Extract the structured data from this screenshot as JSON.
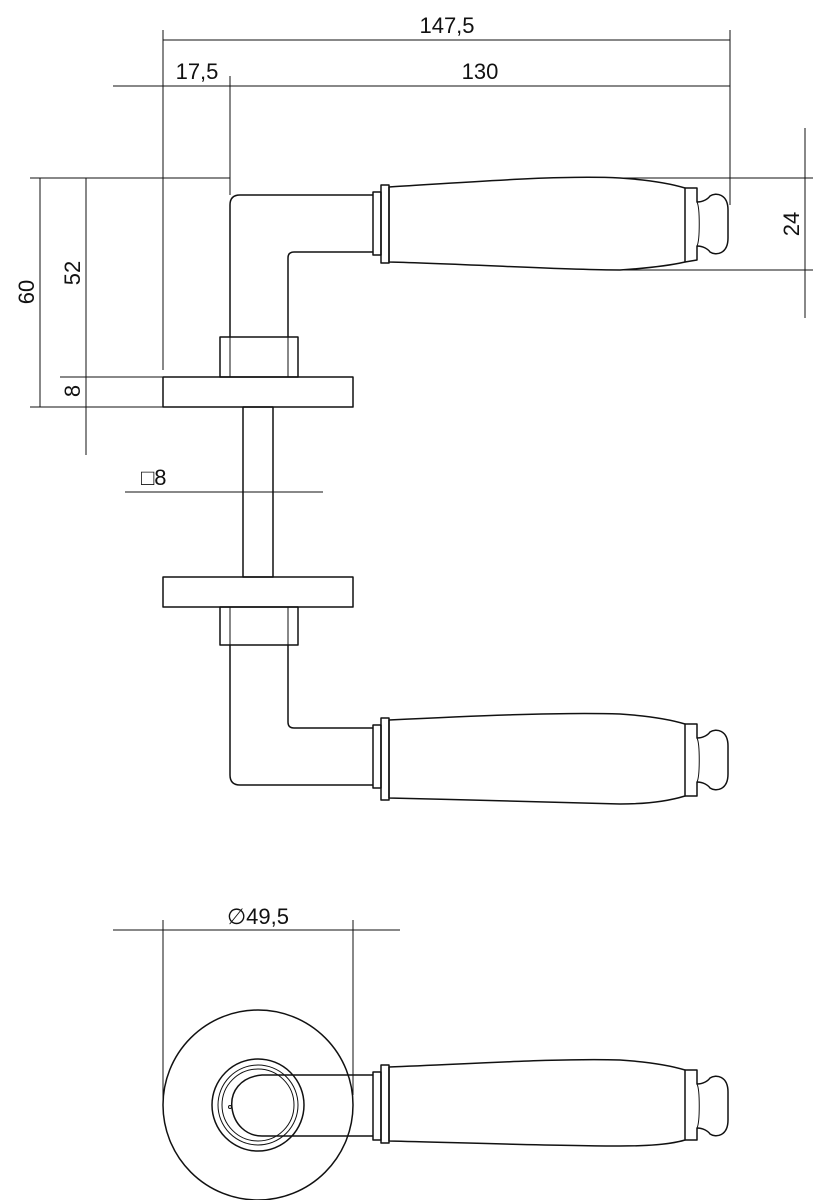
{
  "dimensions": {
    "overall_length": "147,5",
    "rose_offset": "17,5",
    "lever_length": "130",
    "total_height": "60",
    "lever_height": "52",
    "rose_thickness": "8",
    "grip_height": "24",
    "spindle_size": "8",
    "rose_diameter": "49,5"
  },
  "symbols": {
    "square": "□",
    "diameter": "∅"
  }
}
